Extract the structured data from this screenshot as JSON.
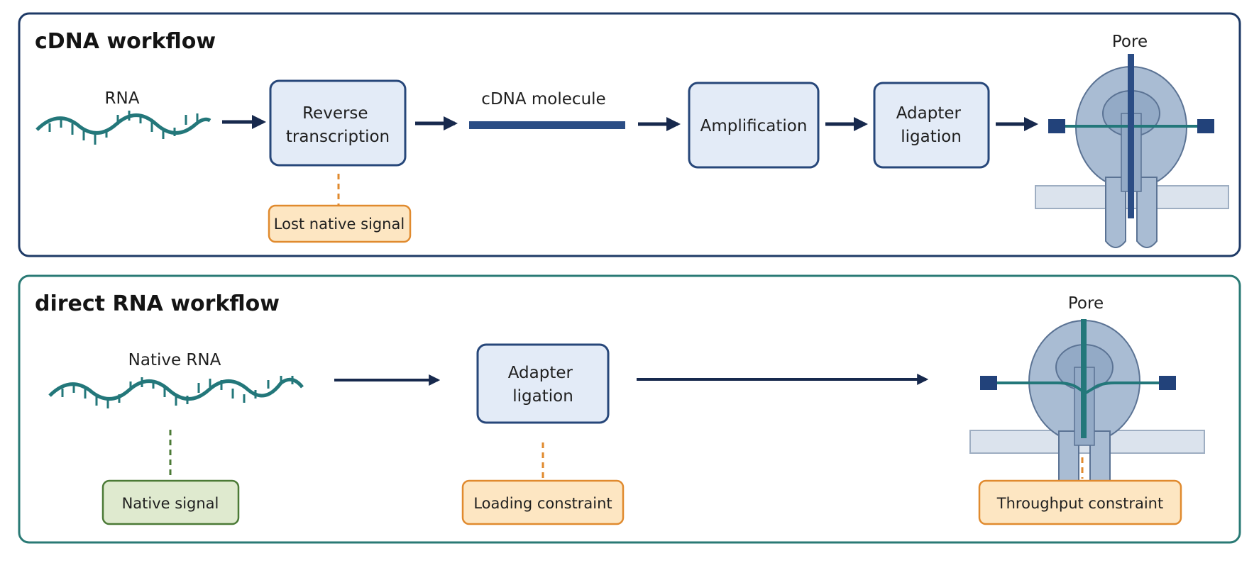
{
  "cdna_panel": {
    "title": "cDNA workflow",
    "rna_label": "RNA",
    "rt_step": [
      "Reverse",
      "transcription"
    ],
    "cdna_label": "cDNA molecule",
    "amplification": "Amplification",
    "adapter_step": [
      "Adapter",
      "ligation"
    ],
    "pore_label": "Pore",
    "note": "Lost native signal"
  },
  "direct_panel": {
    "title": "direct RNA workflow",
    "rna_label": "Native RNA",
    "adapter_step": [
      "Adapter",
      "ligation"
    ],
    "pore_label": "Pore",
    "native_note": "Native signal",
    "loading_note": "Loading constraint",
    "throughput_note": "Throughput constraint"
  },
  "colors": {
    "cdna_border": "#1e3a66",
    "direct_border": "#2a7a75",
    "step_fill": "#e3ebf7",
    "step_border": "#27477a",
    "arrow": "#17294d",
    "strand": "#23777a",
    "cdna_bar": "#2b4d85",
    "orange_fill": "#fde6c2",
    "orange_border": "#e08a2e",
    "green_fill": "#dfeacf",
    "green_border": "#4b7a36",
    "pore_fill": "#a9bcd3",
    "membrane": "#dbe3ed"
  }
}
